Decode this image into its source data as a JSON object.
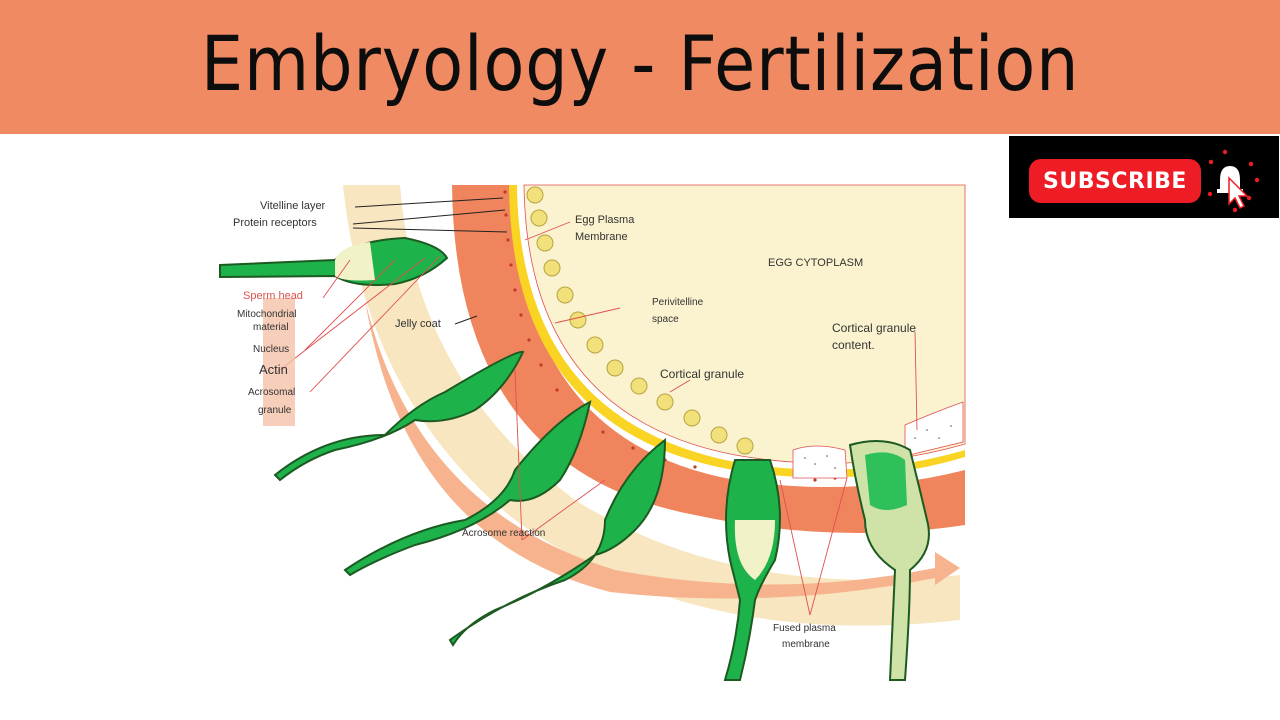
{
  "header": {
    "title": "Embryology - Fertilization",
    "background_color": "#ef8a62"
  },
  "subscribe": {
    "label": "SUBSCRIBE",
    "button_color": "#ee1c24",
    "icon": "bell-with-cursor-icon"
  },
  "diagram": {
    "labels": {
      "vitelline_layer": "Vitelline layer",
      "protein_receptors": "Protein receptors",
      "sperm_head": "Sperm head",
      "mitochondrial_1": "Mitochondrial",
      "mitochondrial_2": "material",
      "nucleus": "Nucleus",
      "actin": "Actin",
      "acrosomal_1": "Acrosomal",
      "acrosomal_2": "granule",
      "jelly_coat": "Jelly coat",
      "egg_plasma_1": "Egg Plasma",
      "egg_plasma_2": "Membrane",
      "egg_cytoplasm": "EGG CYTOPLASM",
      "perivitelline_1": "Perivitelline",
      "perivitelline_2": "space",
      "cortical_granule": "Cortical granule",
      "cortical_content_1": "Cortical granule",
      "cortical_content_2": "content.",
      "acrosome_reaction": "Acrosome reaction",
      "fused_1": "Fused plasma",
      "fused_2": "membrane"
    },
    "colors": {
      "jelly_coat": "#f0845c",
      "vitelline": "#f9d423",
      "cytoplasm": "#fbf3cf",
      "sperm_green": "#1eb34a",
      "arrow": "#f6b38e"
    }
  }
}
